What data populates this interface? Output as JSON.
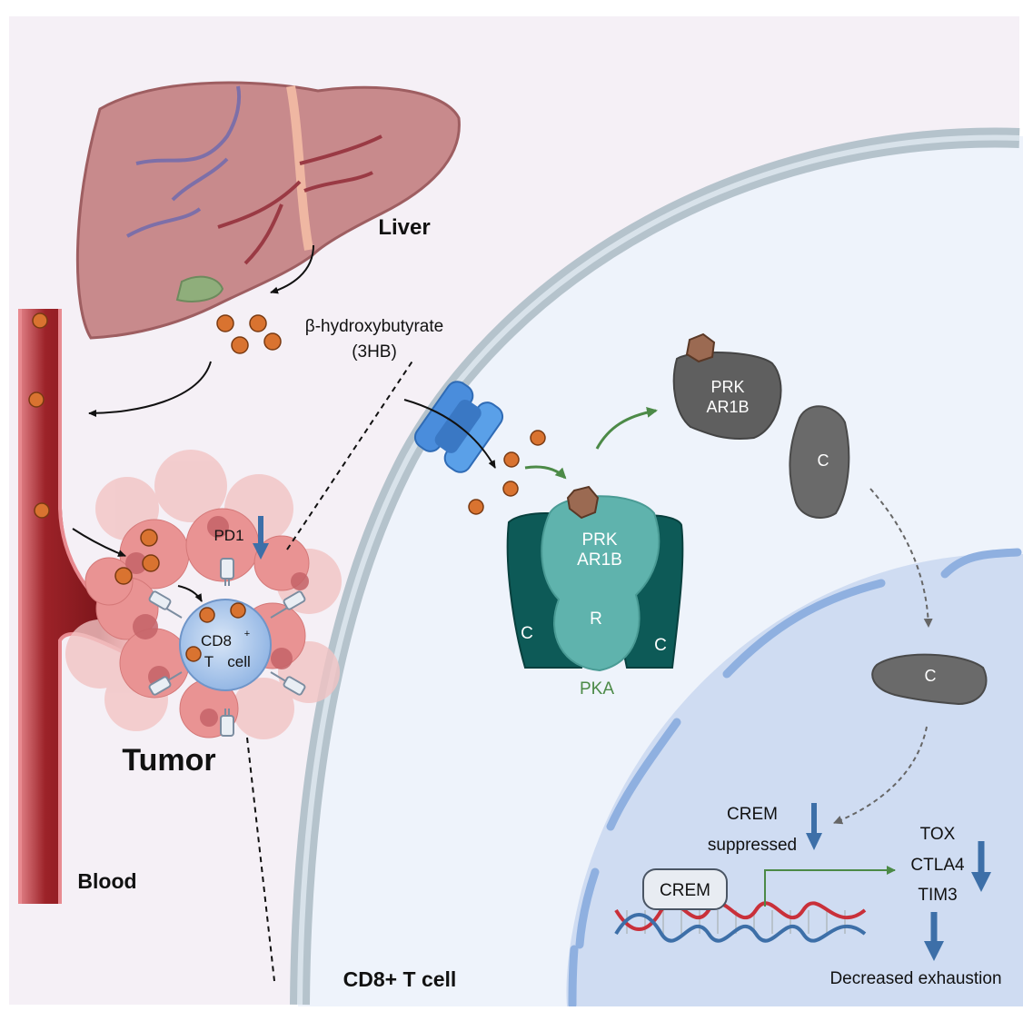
{
  "labels": {
    "liver": "Liver",
    "metabolite_line1": "β-hydroxybutyrate",
    "metabolite_line2": "(3HB)",
    "blood": "Blood",
    "tumor": "Tumor",
    "pd1": "PD1",
    "cd8_line1": "CD8",
    "cd8_sup": "+",
    "cd8_line2": "T",
    "cd8_line3": "cell",
    "cd8_panel": "CD8+ T cell",
    "pka": "PKA",
    "prk_line1": "PRK",
    "prk_line2": "AR1B",
    "free_prk_line1": "PRK",
    "free_prk_line2": "AR1B",
    "r_subunit": "R",
    "c_left": "C",
    "c_right": "C",
    "c_free": "C",
    "c_nucleus": "C",
    "crem_line1": "CREM",
    "crem_line2": "suppressed",
    "crem_box": "CREM",
    "tox": "TOX",
    "ctla4": "CTLA4",
    "tim3": "TIM3",
    "decreased": "Decreased exhaustion"
  },
  "colors": {
    "background": "#f5f0f6",
    "cell_cytoplasm": "#eef3fb",
    "cell_membrane": "#b5c3cc",
    "nucleus": "#cfdcf2",
    "nuclear_envelope": "#8fb0e0",
    "liver": "#c88a8c",
    "vessel": "#8b1e22",
    "metabolite": "#d97330",
    "pka_dark": "#0d5a57",
    "pka_light": "#5fb3ad",
    "catalytic": "#6a6a6a",
    "down_arrow": "#3d6fa8",
    "green_arrow": "#4c8a47",
    "pka_label": "#4c8a47"
  }
}
